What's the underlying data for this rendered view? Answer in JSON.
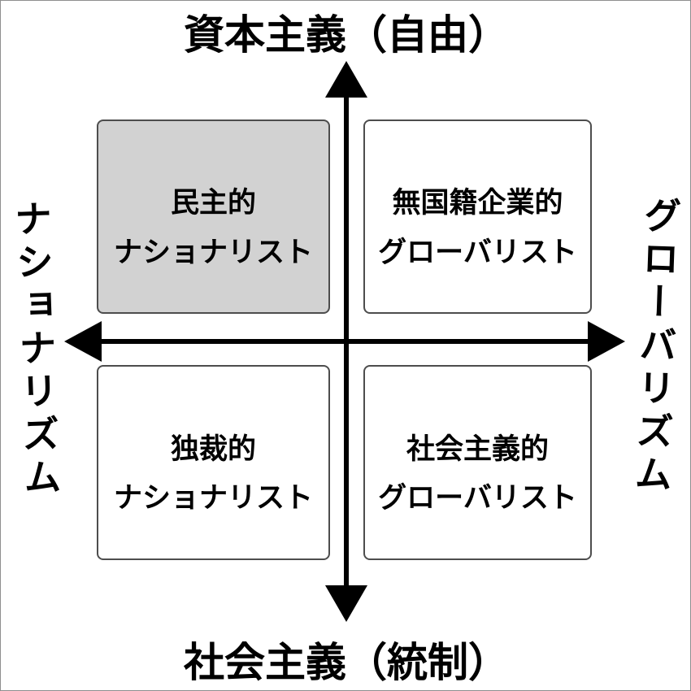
{
  "diagram": {
    "type": "quadrant-matrix",
    "axes": {
      "top_label": "資本主義（自由）",
      "bottom_label": "社会主義（統制）",
      "left_label": "ナショナリズム",
      "right_label": "グローバリズム"
    },
    "quadrants": [
      {
        "position": "top-left",
        "lines": [
          "民主的",
          "ナショナリスト"
        ],
        "highlighted": true
      },
      {
        "position": "top-right",
        "lines": [
          "無国籍企業的",
          "グローバリスト"
        ],
        "highlighted": false
      },
      {
        "position": "bottom-left",
        "lines": [
          "独裁的",
          "ナショナリスト"
        ],
        "highlighted": false
      },
      {
        "position": "bottom-right",
        "lines": [
          "社会主義的",
          "グローバリスト"
        ],
        "highlighted": false
      }
    ]
  },
  "colors": {
    "background": "#ffffff",
    "canvas_border": "#8f8f8f",
    "axis": "#000000",
    "text": "#000000",
    "box_fill": "#ffffff",
    "box_border": "#4d4d4d",
    "highlight_fill": "#d2d2d2"
  }
}
